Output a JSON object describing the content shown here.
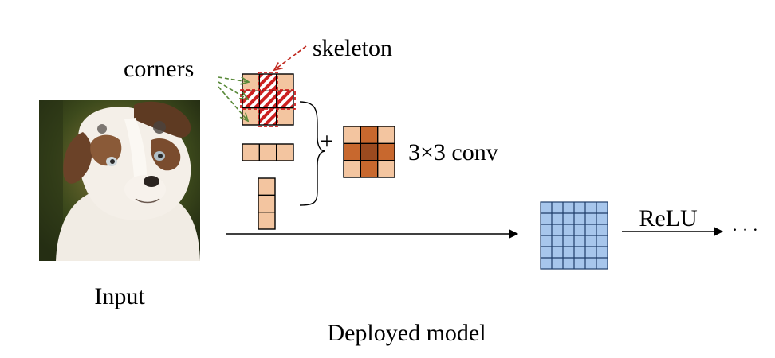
{
  "labels": {
    "corners": "corners",
    "skeleton": "skeleton",
    "plus": "+",
    "conv": "3×3 conv",
    "input": "Input",
    "deployed": "Deployed model",
    "relu": "ReLU",
    "ellipsis": "· · ·"
  },
  "image": {
    "icon": "dog-photo"
  },
  "colors": {
    "kernel_light": "#f3c5a0",
    "kernel_mid": "#c8682e",
    "kernel_dark": "#9b4a1f",
    "hatch_red": "#cc2020",
    "corners_arrow": "#5a8a3a",
    "skeleton_arrow": "#c0281e",
    "output_fill": "#a7c6ec",
    "output_line": "#1f3e6a"
  }
}
